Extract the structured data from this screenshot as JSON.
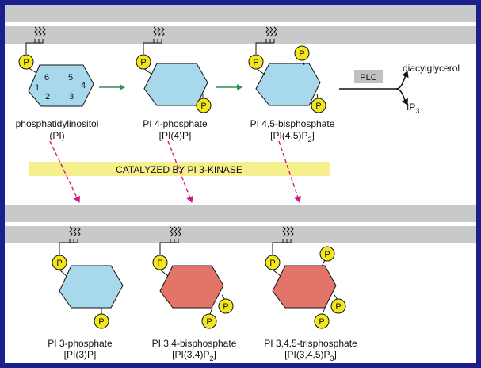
{
  "colors": {
    "frame": "#1a1f8c",
    "membrane": "#c8c9c9",
    "ring_blue": "#a8d8ec",
    "ring_red": "#e2746a",
    "phosphate": "#f3e61c",
    "banner": "#f6ef8e",
    "plc_box": "#bfc0c0",
    "green_arrow": "#2f8f5a",
    "magenta_arrow": "#d01a86"
  },
  "phosphate_label": "P",
  "ring_numbers": [
    "1",
    "2",
    "3",
    "4",
    "5",
    "6"
  ],
  "top_row": [
    {
      "name": "phosphatidylinositol",
      "abbrev": "(PI)"
    },
    {
      "name": "PI 4-phosphate",
      "abbrev": "[PI(4)P]"
    },
    {
      "name": "PI 4,5-bisphosphate",
      "abbrev_prefix": "[PI(4,5)P",
      "abbrev_sub": "2",
      "abbrev_suffix": "]"
    }
  ],
  "plc": {
    "label": "PLC",
    "product_1": "diacylglycerol",
    "product_2_base": "IP",
    "product_2_sub": "3"
  },
  "banner": "CATALYZED BY PI 3-KINASE",
  "bottom_row": [
    {
      "name": "PI 3-phosphate",
      "abbrev_prefix": "[PI(3)P]",
      "abbrev_sub": "",
      "abbrev_suffix": ""
    },
    {
      "name": "PI 3,4-bisphosphate",
      "abbrev_prefix": "[PI(3,4)P",
      "abbrev_sub": "2",
      "abbrev_suffix": "]"
    },
    {
      "name": "PI 3,4,5-trisphosphate",
      "abbrev_prefix": "[PI(3,4,5)P",
      "abbrev_sub": "3",
      "abbrev_suffix": "]"
    }
  ]
}
